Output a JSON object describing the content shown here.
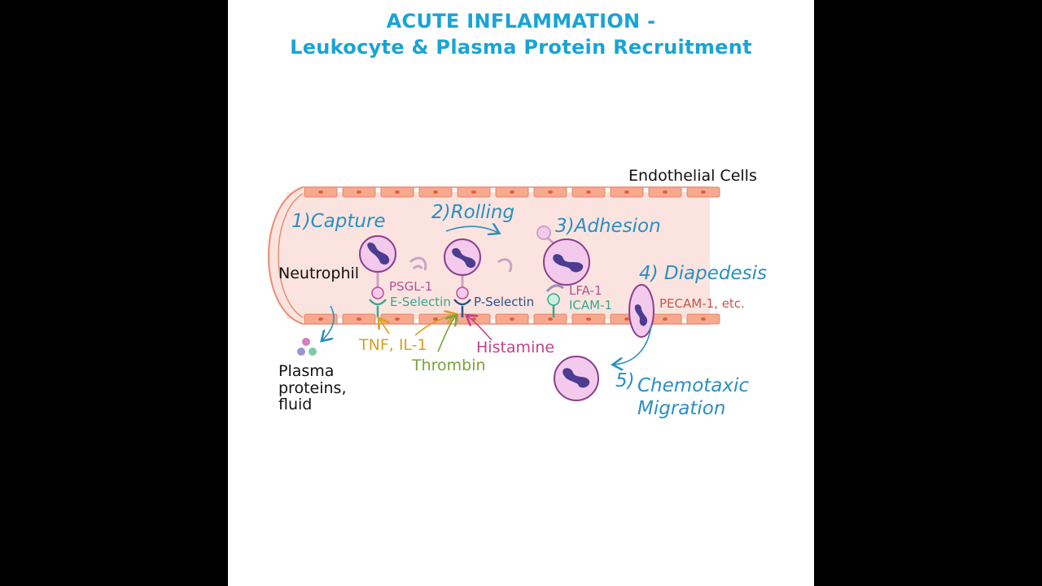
{
  "title": {
    "line1": "ACUTE INFLAMMATION -",
    "line2": "Leukocyte & Plasma Protein Recruitment"
  },
  "labels": {
    "endothelial_cells": "Endothelial Cells",
    "neutrophil": "Neutrophil",
    "plasma_line1": "Plasma",
    "plasma_line2": "proteins,",
    "plasma_line3": "fluid"
  },
  "steps": {
    "capture": "1)Capture",
    "rolling": "2)Rolling",
    "adhesion": "3)Adhesion",
    "diapedesis": "4) Diapedesis",
    "chemotaxis_num": "5)",
    "chemotaxis_line1": "Chemotaxic",
    "chemotaxis_line2": "Migration"
  },
  "molecules": {
    "psgl1": "PSGL-1",
    "e_selectin": "E-Selectin",
    "p_selectin": "P-Selectin",
    "lfa1": "LFA-1",
    "icam1": "ICAM-1",
    "pecam1": "PECAM-1, etc."
  },
  "mediators": {
    "tnf_il1": "TNF, IL-1",
    "thrombin": "Thrombin",
    "histamine": "Histamine"
  },
  "colors": {
    "background": "#000000",
    "page": "#ffffff",
    "title": "#1aa3d6",
    "vessel_fill": "#fbe4df",
    "endothelial": "#f6a98f",
    "step_text": "#2a8fc2",
    "cell_fill": "#f3c9ec",
    "cell_outline": "#8b3f8c",
    "nucleus": "#4b3d8f",
    "psgl1": "#b8509a",
    "e_selectin": "#3aa58f",
    "p_selectin": "#2f4f86",
    "tnf": "#d8a020",
    "thrombin": "#7aa23a",
    "histamine": "#c2418a",
    "pecam": "#c4574d"
  }
}
